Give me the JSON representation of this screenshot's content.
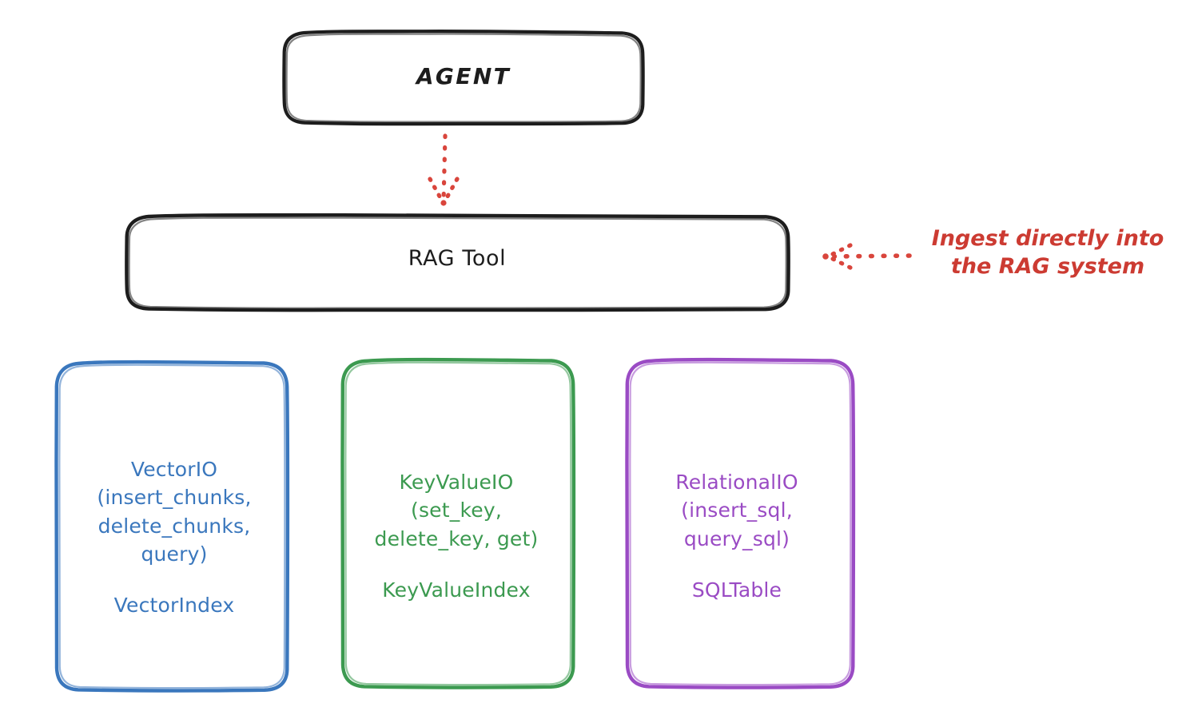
{
  "diagram": {
    "title": "RAG Tool architecture",
    "background": "#ffffff",
    "nodes": {
      "agent": {
        "label": "AGENT",
        "color": "#1d1d1d",
        "stroke": "#1d1d1d"
      },
      "rag_tool": {
        "label": "RAG Tool",
        "color": "#1d1d1d",
        "stroke": "#1d1d1d"
      },
      "vector_io": {
        "api": "VectorIO\n(insert_chunks,\ndelete_chunks,\nquery)",
        "index": "VectorIndex",
        "color": "#3a77bd",
        "stroke": "#3a77bd"
      },
      "key_value_io": {
        "api": "KeyValueIO\n(set_key,\ndelete_key, get)",
        "index": "KeyValueIndex",
        "color": "#3c9a50",
        "stroke": "#3c9a50"
      },
      "relational_io": {
        "api": "RelationalIO\n(insert_sql,\nquery_sql)",
        "index": "SQLTable",
        "color": "#9a4bc4",
        "stroke": "#9a4bc4"
      }
    },
    "connectors": {
      "agent_to_rag": {
        "name": "dotted-arrow-down",
        "color": "#d9453c",
        "style": "dotted",
        "direction": "down"
      },
      "ingest_arrow": {
        "name": "dotted-arrow-left",
        "color": "#d9453c",
        "style": "dotted",
        "direction": "left"
      }
    },
    "annotation": {
      "text": "Ingest directly into\nthe RAG system",
      "color": "#cc3b32"
    }
  }
}
